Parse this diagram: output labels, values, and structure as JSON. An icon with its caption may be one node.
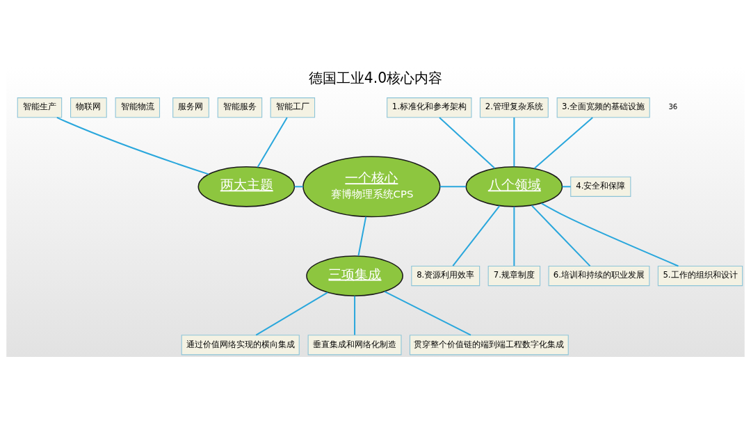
{
  "diagram": {
    "title": "德国工业4.0核心内容",
    "nodes": [
      {
        "text": [
          "智能生产"
        ]
      },
      {
        "text": [
          "智能物流"
        ]
      },
      {
        "text": [
          "物联网"
        ]
      },
      {
        "text": [
          "智能工厂"
        ]
      },
      {
        "text": [
          "智能服务"
        ]
      },
      {
        "text": [
          "服务网"
        ]
      },
      {
        "text": [
          "1.标准化和参考架构"
        ]
      },
      {
        "text": [
          "2.管理复杂系统"
        ]
      },
      {
        "text": [
          "3.全面宽频的基础设施"
        ]
      },
      {
        "text": [
          "4.安全和保障"
        ]
      },
      {
        "text": [
          "两大主题"
        ]
      },
      {
        "text": [
          "一个核心",
          "赛博物理系统CPS"
        ]
      },
      {
        "text": [
          "八个领域"
        ]
      },
      {
        "text": [
          "5.工作的组织和设计"
        ]
      },
      {
        "text": [
          "6.培训和持续的职业发展"
        ]
      },
      {
        "text": [
          "三项集成"
        ]
      },
      {
        "text": [
          "7.规章制度"
        ]
      },
      {
        "text": [
          "8.资源利用效率"
        ]
      },
      {
        "text": [
          "通过价值网络实现的横向集成"
        ]
      },
      {
        "text": [
          "垂直集成和网络化制造"
        ]
      },
      {
        "text": [
          "贯穿整个价值链的端到端工程数字化集成"
        ]
      }
    ],
    "edges": [
      {
        "from": 0,
        "to": 10,
        "arrow": "none"
      },
      {
        "from": 3,
        "to": 10,
        "arrow": "none"
      },
      {
        "from": 10,
        "to": 11,
        "arrow": "none"
      },
      {
        "from": 11,
        "to": 12,
        "arrow": "none"
      },
      {
        "from": 11,
        "to": 15,
        "arrow": "none"
      },
      {
        "from": 6,
        "to": 12,
        "arrow": "none"
      },
      {
        "from": 7,
        "to": 12,
        "arrow": "none"
      },
      {
        "from": 8,
        "to": 12,
        "arrow": "none"
      },
      {
        "from": 12,
        "to": 9,
        "arrow": "none"
      },
      {
        "from": 12,
        "to": 13,
        "arrow": "none"
      },
      {
        "from": 12,
        "to": 14,
        "arrow": "none"
      },
      {
        "from": 12,
        "to": 16,
        "arrow": "none"
      },
      {
        "from": 12,
        "to": 17,
        "arrow": "none"
      },
      {
        "from": 15,
        "to": 18,
        "arrow": "none"
      },
      {
        "from": 15,
        "to": 19,
        "arrow": "none"
      },
      {
        "from": 15,
        "to": 20,
        "arrow": "none"
      }
    ],
    "labels": [
      "36"
    ]
  }
}
